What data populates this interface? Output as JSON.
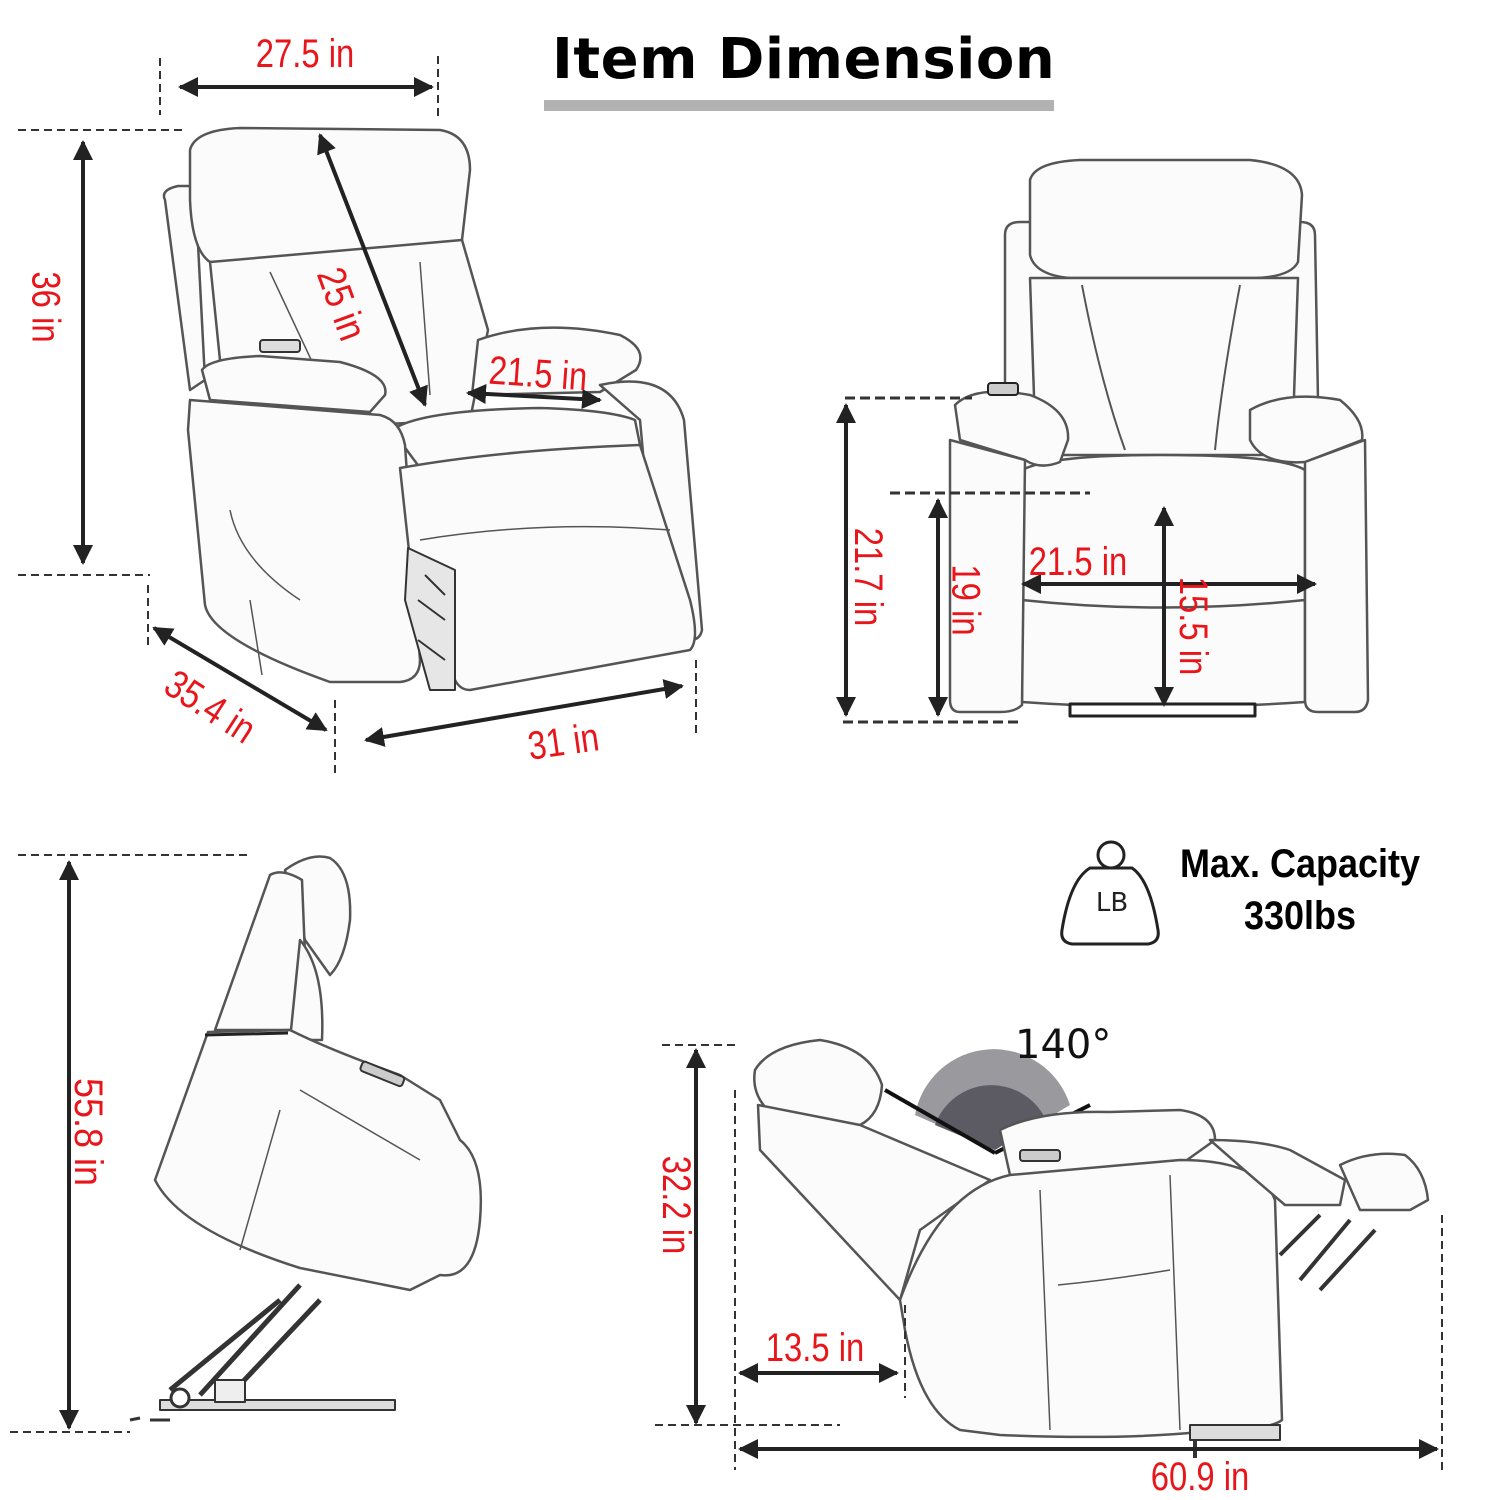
{
  "header": {
    "title": "Item Dimension",
    "underline_color": "#b2b2b2"
  },
  "colors": {
    "dimension_text": "#e8161b",
    "arrow": "#222222",
    "sketch": "#555555",
    "angle_outer": "#9a9a9e",
    "angle_inner": "#5c5b63"
  },
  "views": {
    "front_angled": {
      "top_width": "27.5 in",
      "height": "36 in",
      "back_height": "25 in",
      "seat_width": "21.5 in",
      "depth": "35.4 in",
      "width": "31 in"
    },
    "front": {
      "armrest_height": "21.7 in",
      "seat_height": "19 in",
      "seat_width": "21.5 in",
      "seat_depth": "15.5 in"
    },
    "lift": {
      "lift_height": "55.8 in"
    },
    "recline": {
      "angle": "140°",
      "reclined_height": "32.2 in",
      "wall_clearance": "13.5 in",
      "reclined_length": "60.9 in"
    }
  },
  "capacity": {
    "icon": "weight-lb-icon",
    "icon_label": "LB",
    "line1": "Max. Capacity",
    "line2": "330lbs"
  }
}
